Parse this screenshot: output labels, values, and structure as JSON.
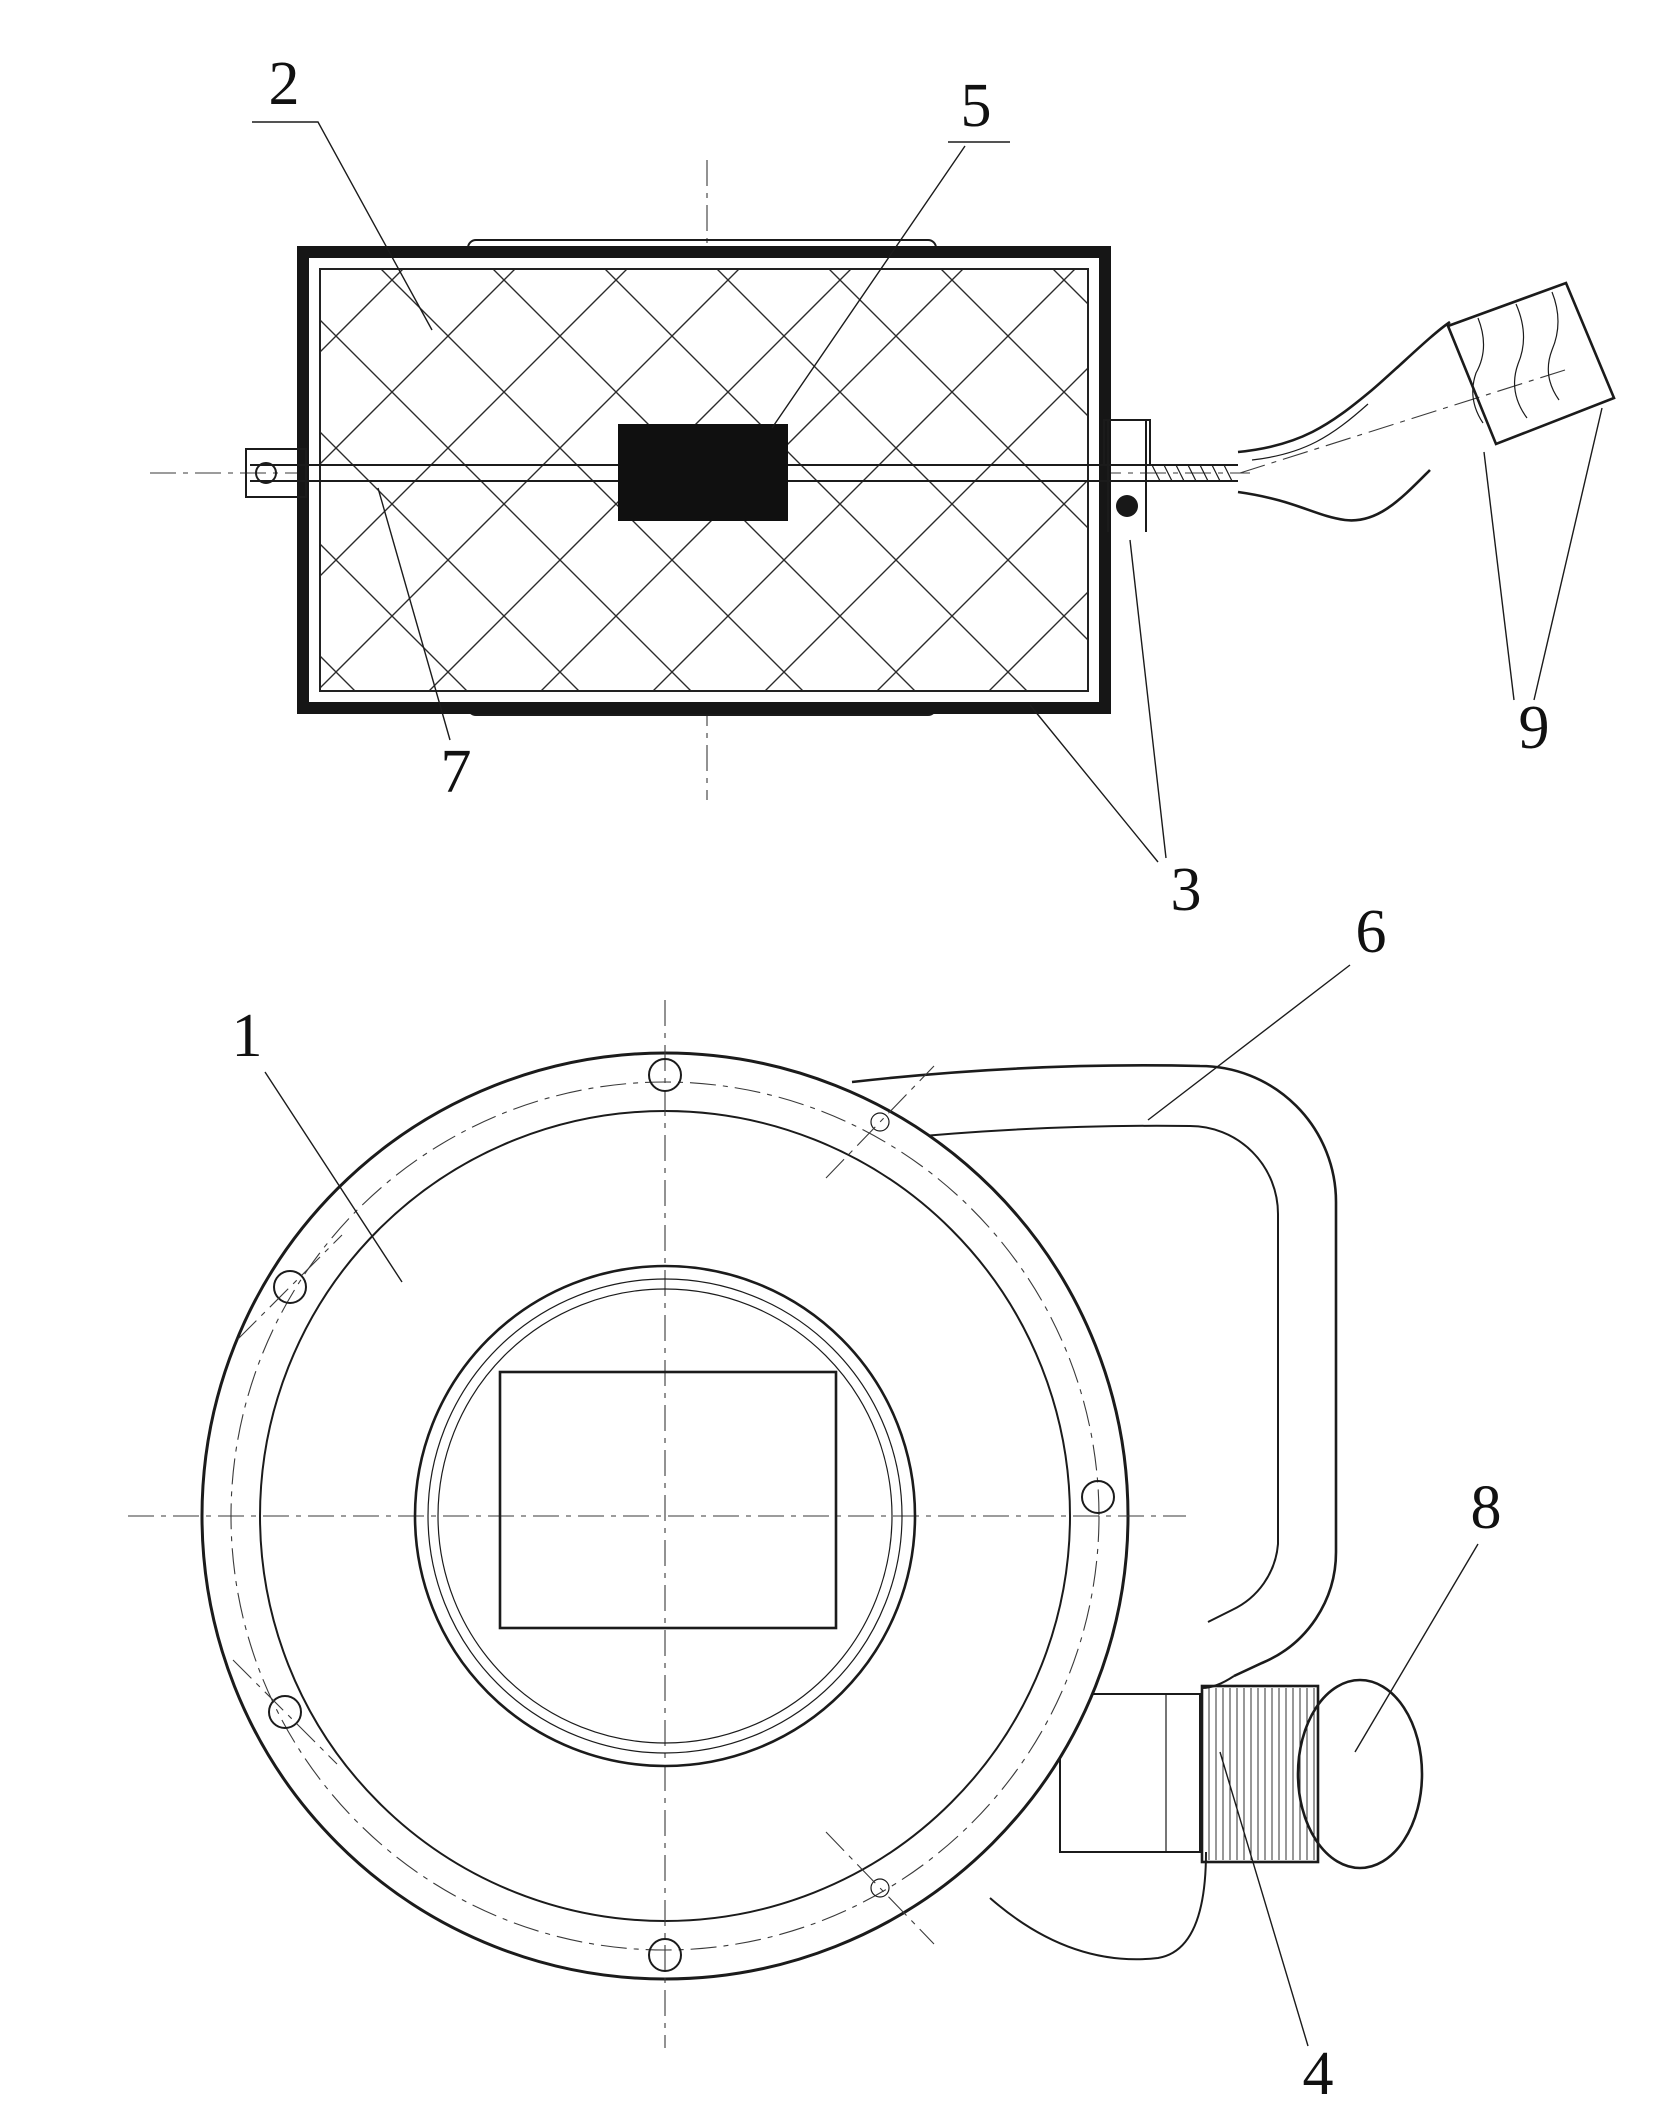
{
  "figure": {
    "description": "Patent-style two-view technical drawing of a round instrument with mesh-filled canister, shaft, handle and knurled knob",
    "colors": {
      "ink": "#1b1b1b",
      "background": "#ffffff",
      "core_fill": "#101010"
    }
  },
  "callouts": {
    "mesh": "2",
    "core": "5",
    "shaft": "7",
    "casing": "3",
    "pad": "9",
    "flange": "1",
    "handle": "6",
    "knob": "8",
    "stem": "4"
  }
}
